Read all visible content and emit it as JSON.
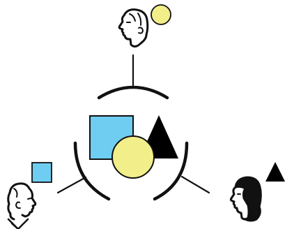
{
  "diagram": {
    "description_kind": "illustration",
    "participants": [
      {
        "id": "top",
        "icon": "person-with-short-hair-icon",
        "token_shape": "circle",
        "token_color": "#F2EE8A"
      },
      {
        "id": "bottom-left",
        "icon": "person-with-wavy-hair-icon",
        "token_shape": "square",
        "token_color": "#6FCDF2"
      },
      {
        "id": "bottom-right",
        "icon": "person-with-long-dark-hair-icon",
        "token_shape": "triangle",
        "token_color": "#000000"
      }
    ],
    "shared_pool": {
      "items": [
        {
          "shape": "square",
          "color": "#6FCDF2"
        },
        {
          "shape": "triangle",
          "color": "#000000"
        },
        {
          "shape": "circle",
          "color": "#F2EE8A"
        }
      ]
    },
    "colors": {
      "stroke": "#111111",
      "background": "#FFFFFF",
      "blue": "#6FCDF2",
      "yellow": "#F2EE8A",
      "black": "#000000"
    }
  }
}
